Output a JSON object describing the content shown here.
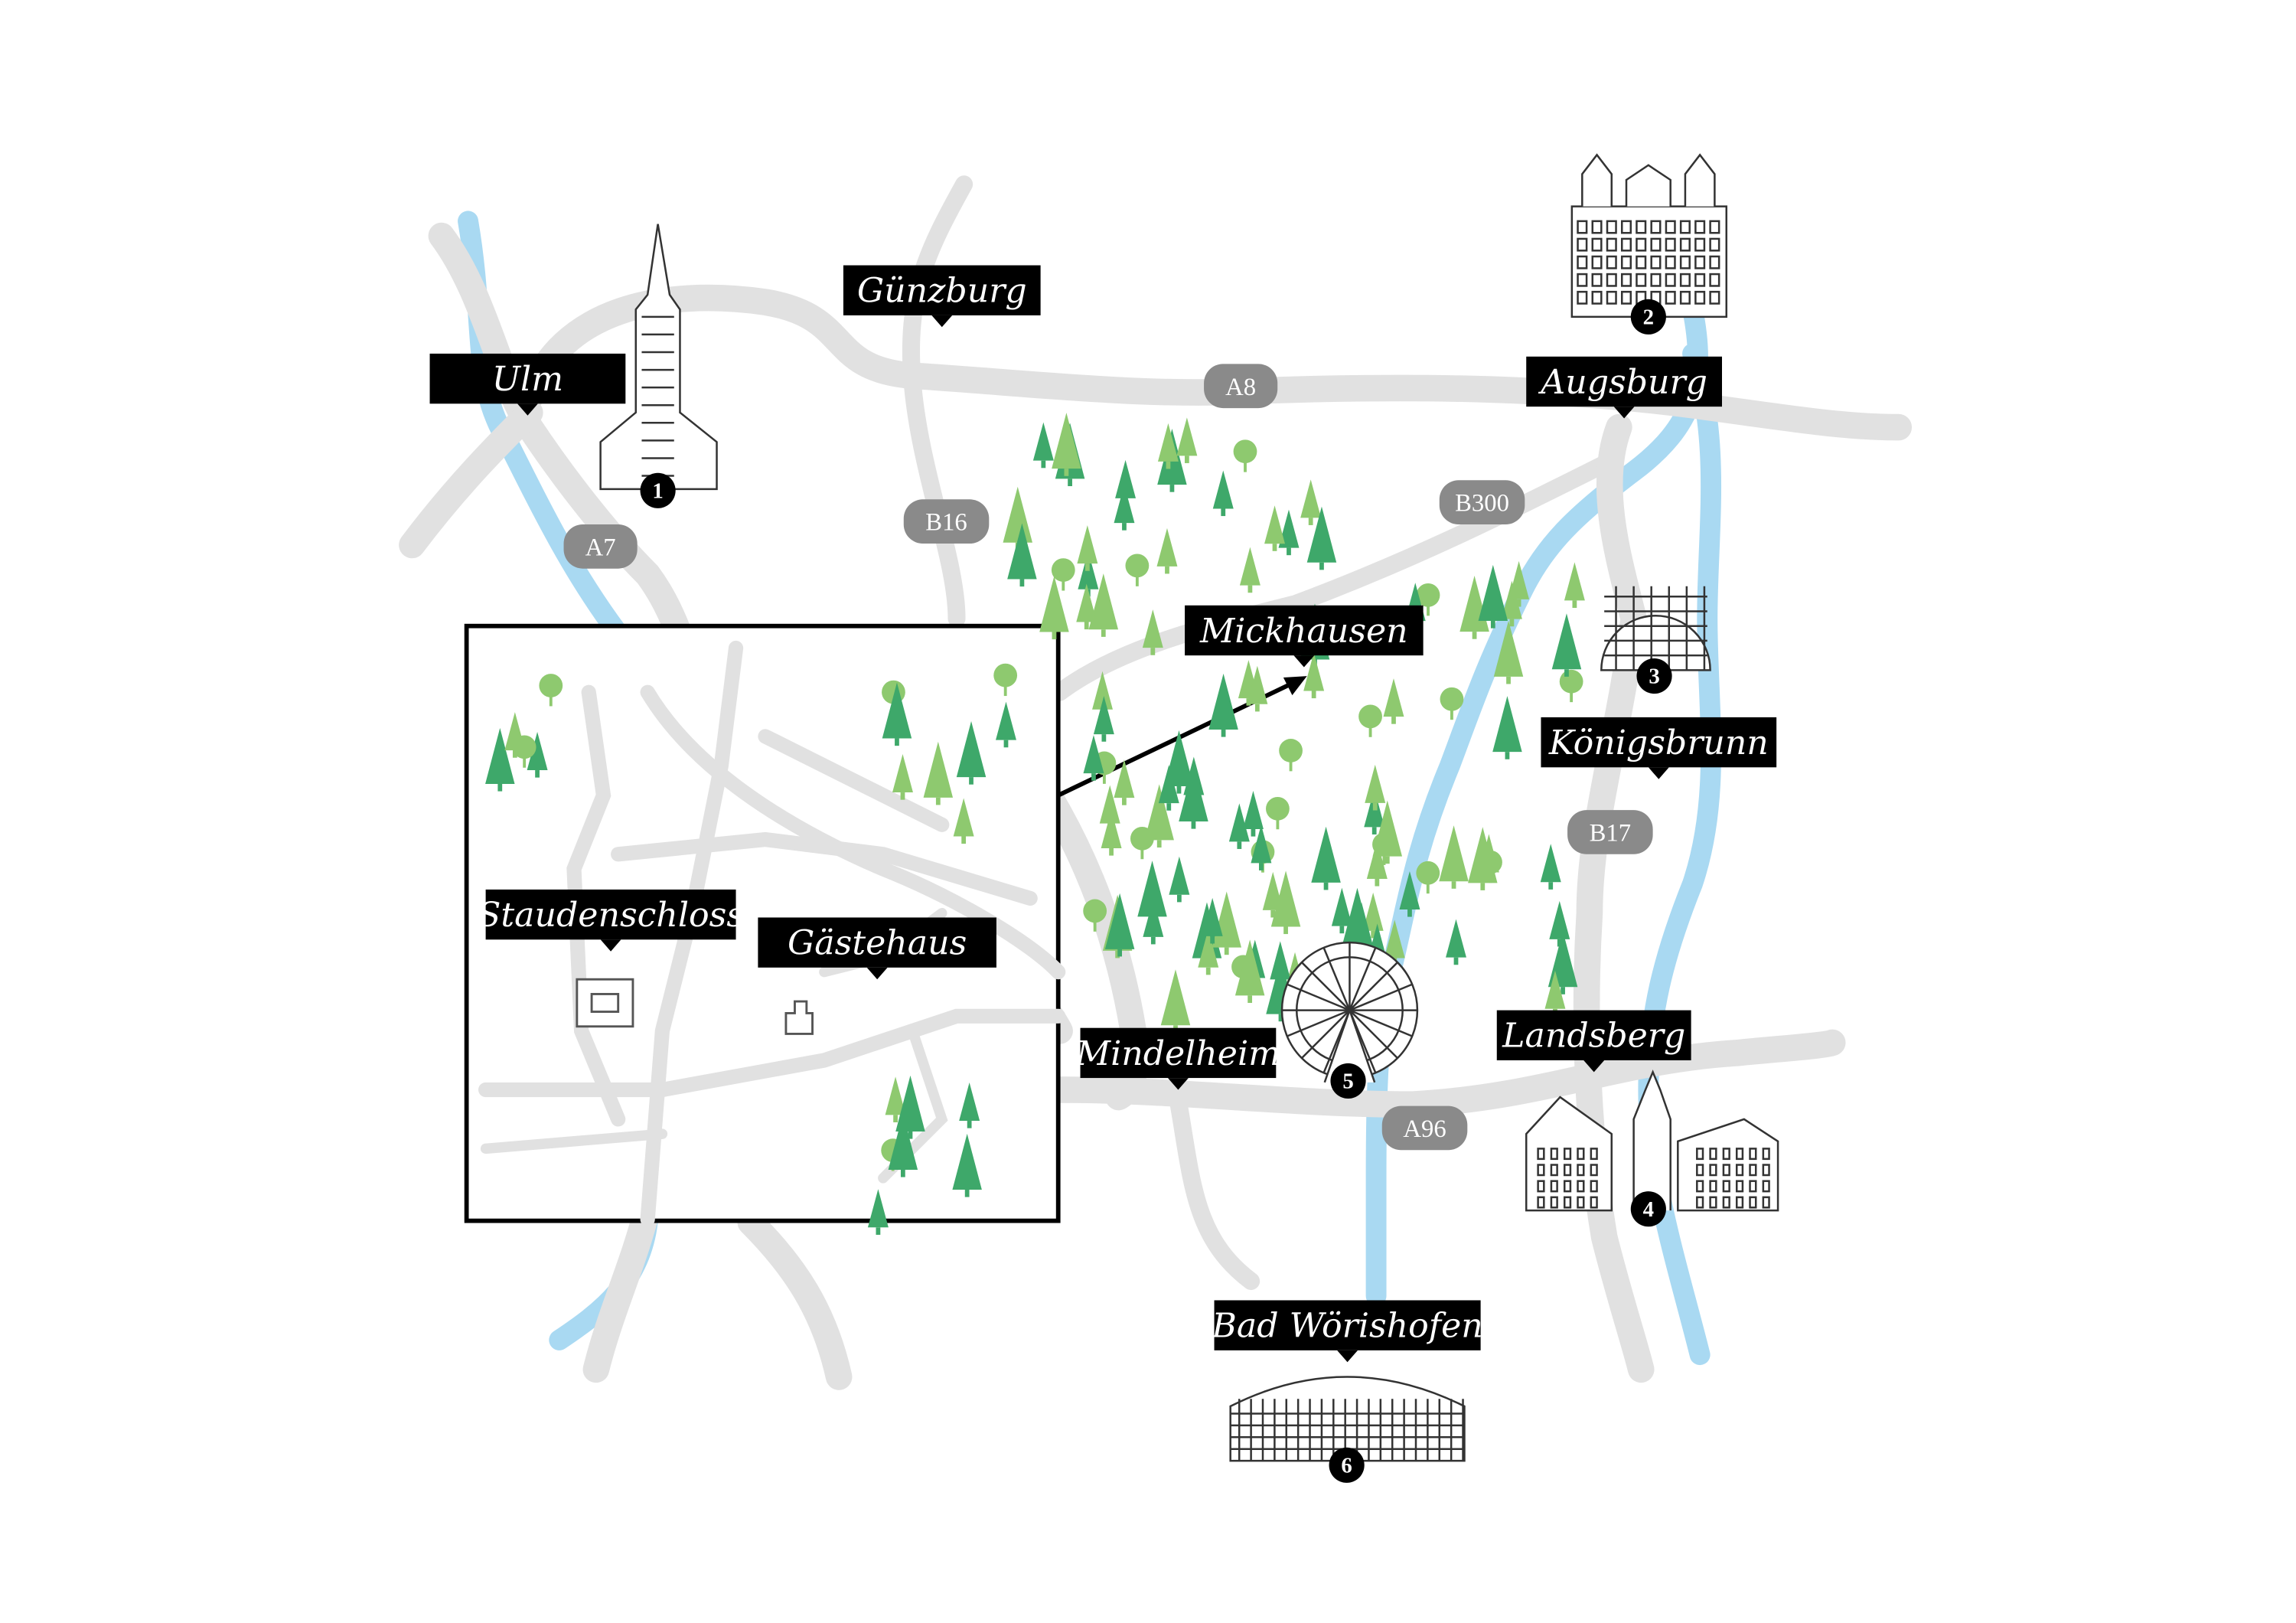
{
  "colors": {
    "road": "#e1e1e1",
    "river": "#a9d9f2",
    "tree_dark": "#3ea86a",
    "tree_light": "#8ec96f",
    "label_bg": "#000000",
    "shield_bg": "#8a8a8a"
  },
  "cities": [
    "Ulm",
    "Günzburg",
    "Augsburg",
    "Mickhausen",
    "Königsbrunn",
    "Mindelheim",
    "Landsberg",
    "Bad Wörishofen"
  ],
  "inset_labels": [
    "Staudenschloss",
    "Gästehaus"
  ],
  "roads": [
    "A8",
    "A7",
    "B16",
    "B300",
    "B17",
    "A96"
  ],
  "landmarks": [
    {
      "number": "1",
      "icon": "ulm-minster-icon"
    },
    {
      "number": "2",
      "icon": "augsburg-town-hall-icon"
    },
    {
      "number": "3",
      "icon": "planetarium-dome-icon"
    },
    {
      "number": "4",
      "icon": "landsberg-old-town-icon"
    },
    {
      "number": "5",
      "icon": "ferris-wheel-icon"
    },
    {
      "number": "6",
      "icon": "spa-hall-icon"
    }
  ]
}
